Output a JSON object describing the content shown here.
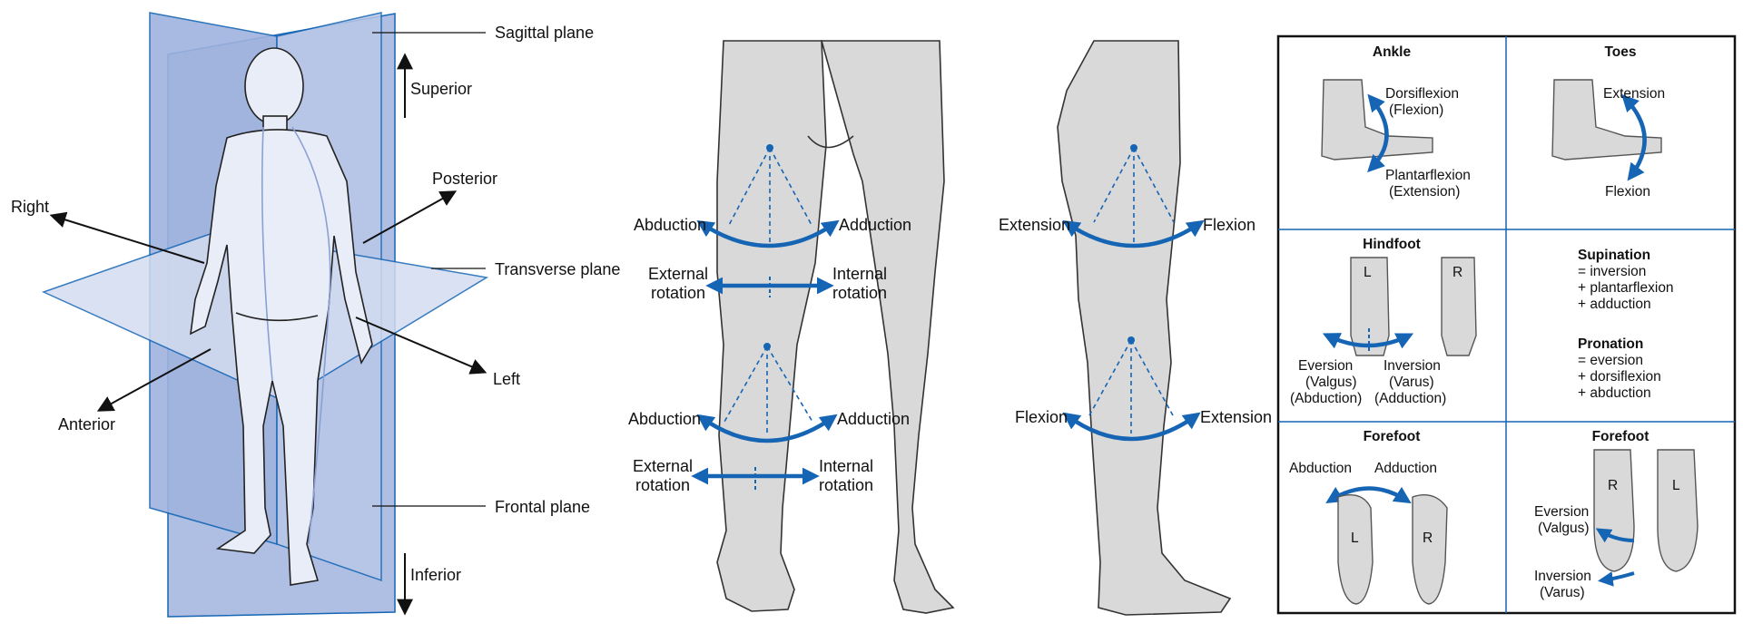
{
  "colors": {
    "accent_blue": "#1565b4",
    "plane_fill": "#aebfe3",
    "plane_light": "#cdd7ef",
    "skin": "#d9d9d9",
    "outline": "#1a1a1a"
  },
  "body_planes": {
    "sagittal": "Sagittal plane",
    "transverse": "Transverse plane",
    "frontal": "Frontal plane",
    "superior": "Superior",
    "inferior": "Inferior",
    "posterior": "Posterior",
    "anterior": "Anterior",
    "right": "Right",
    "left": "Left"
  },
  "frontal_legs": {
    "hip_left": "Abduction",
    "hip_right": "Adduction",
    "hip_ext_rot": [
      "External",
      "rotation"
    ],
    "hip_int_rot": [
      "Internal",
      "rotation"
    ],
    "knee_left": "Abduction",
    "knee_right": "Adduction",
    "knee_ext_rot": [
      "External",
      "rotation"
    ],
    "knee_int_rot": [
      "Internal",
      "rotation"
    ]
  },
  "side_leg": {
    "hip_left": "Extension",
    "hip_right": "Flexion",
    "knee_left": "Flexion",
    "knee_right": "Extension"
  },
  "foot_panel": {
    "ankle": {
      "title": "Ankle",
      "up": [
        "Dorsiflexion",
        "(Flexion)"
      ],
      "down": [
        "Plantarflexion",
        "(Extension)"
      ]
    },
    "toes": {
      "title": "Toes",
      "up": "Extension",
      "down": "Flexion"
    },
    "hindfoot": {
      "title": "Hindfoot",
      "left_letter": "L",
      "right_letter": "R",
      "eversion": [
        "Eversion",
        "(Valgus)",
        "(Abduction)"
      ],
      "inversion": [
        "Inversion",
        "(Varus)",
        "(Adduction)"
      ]
    },
    "supination": {
      "title": "Supination",
      "lines": [
        "= inversion",
        "+ plantarflexion",
        "+ adduction"
      ]
    },
    "pronation": {
      "title": "Pronation",
      "lines": [
        "= eversion",
        "+ dorsiflexion",
        "+ abduction"
      ]
    },
    "forefoot_a": {
      "title": "Forefoot",
      "abduction": "Abduction",
      "adduction": "Adduction",
      "left_letter": "L",
      "right_letter": "R"
    },
    "forefoot_b": {
      "title": "Forefoot",
      "right_letter": "R",
      "left_letter": "L",
      "eversion": [
        "Eversion",
        "(Valgus)"
      ],
      "inversion": [
        "Inversion",
        "(Varus)"
      ]
    }
  }
}
